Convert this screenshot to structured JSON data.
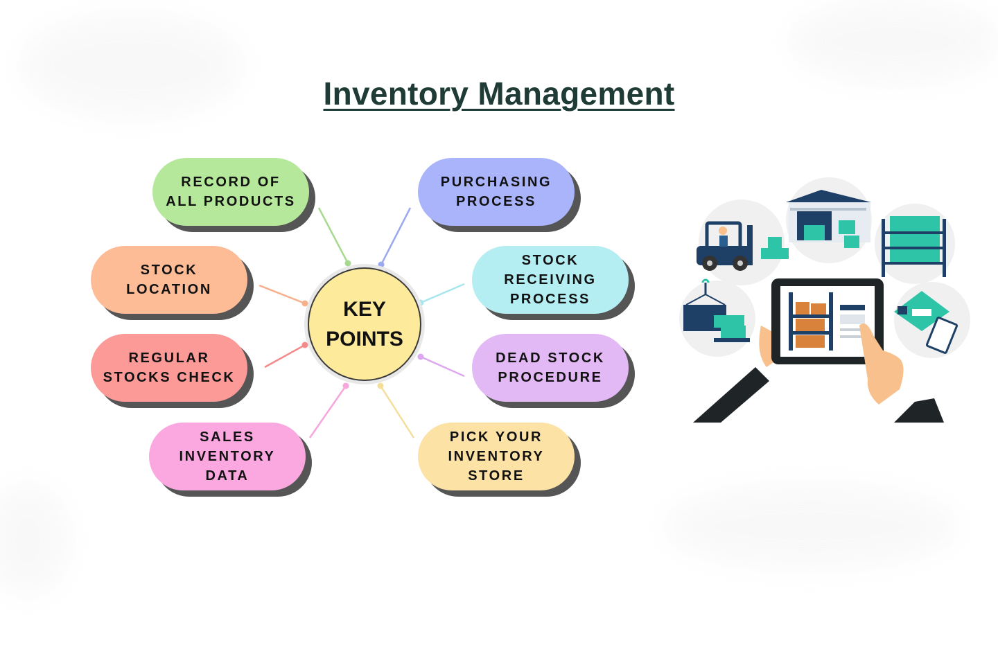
{
  "title": "Inventory Management",
  "center": {
    "label": "KEY\nPOINTS",
    "color": "#fdeb9b"
  },
  "nodes": [
    {
      "label": "RECORD OF\nALL PRODUCTS",
      "color": "#b6e89c",
      "line_color": "#a8d990"
    },
    {
      "label": "PURCHASING\nPROCESS",
      "color": "#aab4fb",
      "line_color": "#9aa8f2"
    },
    {
      "label": "STOCK\nLOCATION",
      "color": "#fdbb96",
      "line_color": "#f6b08c"
    },
    {
      "label": "STOCK\nRECEIVING\nPROCESS",
      "color": "#b4eef2",
      "line_color": "#a8e6ee"
    },
    {
      "label": "REGULAR\nSTOCKS CHECK",
      "color": "#fc9a98",
      "line_color": "#f48a8a"
    },
    {
      "label": "DEAD STOCK\nPROCEDURE",
      "color": "#e2b8f5",
      "line_color": "#dca8f0"
    },
    {
      "label": "SALES\nINVENTORY\nDATA",
      "color": "#fba8e0",
      "line_color": "#f7a6dc"
    },
    {
      "label": "PICK YOUR\nINVENTORY\nSTORE",
      "color": "#fde2a6",
      "line_color": "#f4de9a"
    }
  ],
  "illustration": {
    "icons": [
      "forklift-icon",
      "warehouse-icon",
      "shelving-icon",
      "container-crane-icon",
      "tablet-icon",
      "package-checklist-icon"
    ],
    "colors": {
      "teal": "#2ec4a8",
      "navy": "#1e3f66",
      "crate": "#d9823b",
      "skin": "#f7c08c",
      "suit": "#1f2427"
    }
  }
}
